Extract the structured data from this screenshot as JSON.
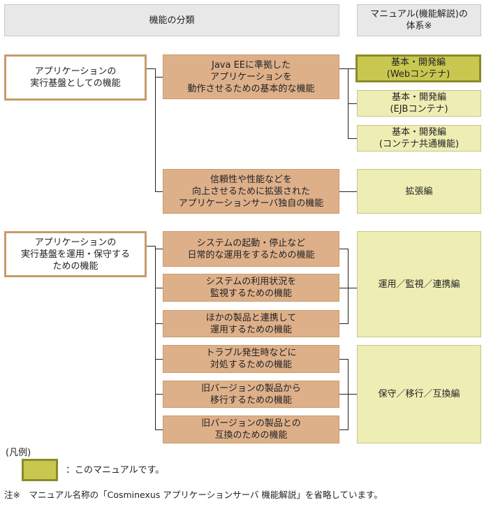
{
  "header": {
    "left": "機能の分類",
    "right": [
      "マニュアル(機能解説)の",
      "体系※"
    ]
  },
  "groups": [
    {
      "category": [
        "アプリケーションの",
        "実行基盤としての機能"
      ],
      "functions": [
        [
          "Java EEに準拠した",
          "アプリケーションを",
          "動作させるための基本的な機能"
        ],
        [
          "信頼性や性能などを",
          "向上させるために拡張された",
          "アプリケーションサーバ独自の機能"
        ]
      ]
    },
    {
      "category": [
        "アプリケーションの",
        "実行基盤を運用・保守する",
        "ための機能"
      ],
      "functions": [
        [
          "システムの起動・停止など",
          "日常的な運用をするための機能"
        ],
        [
          "システムの利用状況を",
          "監視するための機能"
        ],
        [
          "ほかの製品と連携して",
          "運用するための機能"
        ],
        [
          "トラブル発生時などに",
          "対処するための機能"
        ],
        [
          "旧バージョンの製品から",
          "移行するための機能"
        ],
        [
          "旧バージョンの製品との",
          "互換のための機能"
        ]
      ]
    }
  ],
  "manuals": [
    [
      "基本・開発編",
      "(Webコンテナ)"
    ],
    [
      "基本・開発編",
      "(EJBコンテナ)"
    ],
    [
      "基本・開発編",
      "(コンテナ共通機能)"
    ],
    [
      "拡張編"
    ],
    [
      "運用／監視／連携編"
    ],
    [
      "保守／移行／互換編"
    ]
  ],
  "legend": {
    "title": "(凡例)",
    "label": "：このマニュアルです。"
  },
  "footnote": "注※　マニュアル名称の「Cosminexus アプリケーションサーバ 機能解説」を省略しています。",
  "colors": {
    "function_fill": "#deb08a",
    "category_border": "#c89b6a",
    "manual_fill": "#eeeeb4",
    "this_manual_fill": "#c8c850"
  }
}
